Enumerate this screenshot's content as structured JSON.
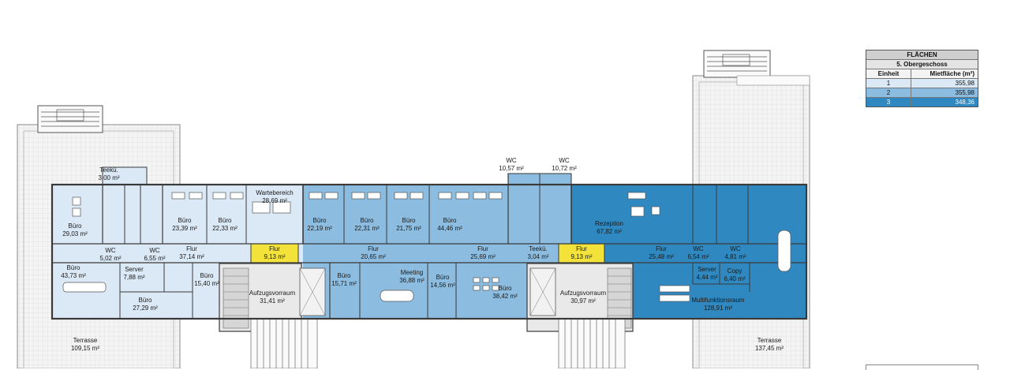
{
  "colors": {
    "unit1": "#dbe8f5",
    "unit2": "#8cbde0",
    "unit3": "#2f88bf",
    "corridor_highlight": "#f2e23a",
    "wall": "#3a3a3a",
    "terrace": "#f4f4f4"
  },
  "legend": {
    "title": "FLÄCHEN",
    "floor": "5. Obergeschoss",
    "col_unit": "Einheit",
    "col_area": "Mietfläche (m²)",
    "rows": [
      {
        "unit": "1",
        "area": "355,98",
        "color": "#dbe8f5"
      },
      {
        "unit": "2",
        "area": "355,98",
        "color": "#8cbde0"
      },
      {
        "unit": "3",
        "area": "348,36",
        "color": "#2f88bf"
      }
    ]
  },
  "rooms": [
    {
      "name": "Teekü.",
      "area": "3,00 m²"
    },
    {
      "name": "Büro",
      "area": "29,03 m²"
    },
    {
      "name": "WC",
      "area": "5,02 m²"
    },
    {
      "name": "WC",
      "area": "6,55 m²"
    },
    {
      "name": "Büro",
      "area": "23,39 m²"
    },
    {
      "name": "Büro",
      "area": "22,33 m²"
    },
    {
      "name": "Wartebereich",
      "area": "28,69 m²"
    },
    {
      "name": "Flur",
      "area": "37,14 m²"
    },
    {
      "name": "Büro",
      "area": "43,73 m²"
    },
    {
      "name": "Server",
      "area": "7,88 m²"
    },
    {
      "name": "Büro",
      "area": "15,40 m²"
    },
    {
      "name": "Büro",
      "area": "27,29 m²"
    },
    {
      "name": "Flur",
      "area": "9,13 m²"
    },
    {
      "name": "Aufzugsvorraum",
      "area": "31,41 m²"
    },
    {
      "name": "Büro",
      "area": "22,19 m²"
    },
    {
      "name": "Büro",
      "area": "22,31 m²"
    },
    {
      "name": "Büro",
      "area": "21,75 m²"
    },
    {
      "name": "Büro",
      "area": "44,46 m²"
    },
    {
      "name": "Flur",
      "area": "20,65 m²"
    },
    {
      "name": "Flur",
      "area": "25,69 m²"
    },
    {
      "name": "Büro",
      "area": "15,71 m²"
    },
    {
      "name": "Meeting",
      "area": "36,88 m²"
    },
    {
      "name": "Büro",
      "area": "14,56 m²"
    },
    {
      "name": "Büro",
      "area": "38,42 m²"
    },
    {
      "name": "WC",
      "area": "10,57 m²"
    },
    {
      "name": "WC",
      "area": "10,72 m²"
    },
    {
      "name": "Teekü.",
      "area": "3,04 m²"
    },
    {
      "name": "Flur",
      "area": "9,13 m²"
    },
    {
      "name": "Aufzugsvorraum",
      "area": "30,97 m²"
    },
    {
      "name": "Rezeption",
      "area": "67,82 m²"
    },
    {
      "name": "Flur",
      "area": "25,48 m²"
    },
    {
      "name": "WC",
      "area": "6,54 m²"
    },
    {
      "name": "WC",
      "area": "4,81 m²"
    },
    {
      "name": "Server",
      "area": "4,44 m²"
    },
    {
      "name": "Copy",
      "area": "6,40 m²"
    },
    {
      "name": "Multifunktionsraum",
      "area": "128,91 m²"
    },
    {
      "name": "Terrasse",
      "area": "109,15 m²"
    },
    {
      "name": "Terrasse",
      "area": "137,45 m²"
    }
  ]
}
